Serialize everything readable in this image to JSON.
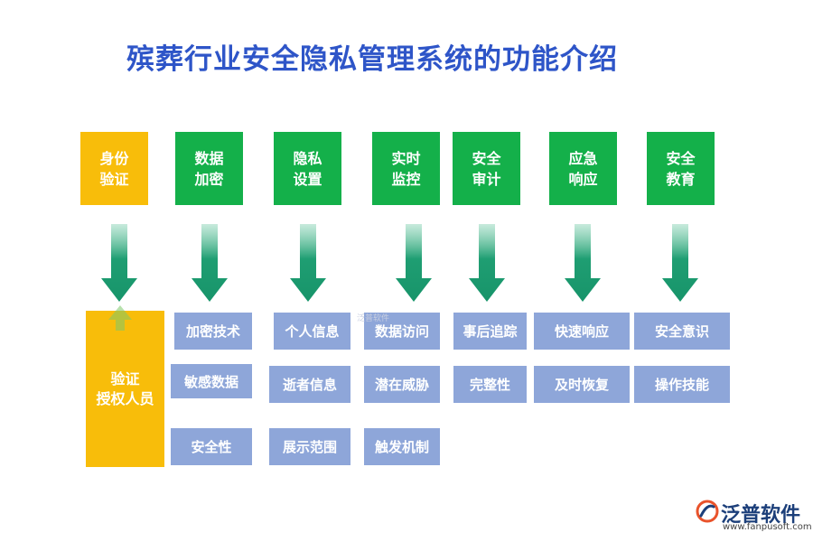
{
  "title": "殡葬行业安全隐私管理系统的功能介绍",
  "colors": {
    "title": "#2e55c8",
    "green": "#14b04a",
    "yellow": "#f8bd0a",
    "sub_box": "#8ea6d9",
    "arrow": "#1f9e72"
  },
  "categories": [
    {
      "line1": "身份",
      "line2": "验证",
      "color": "#f8bd0a"
    },
    {
      "line1": "数据",
      "line2": "加密",
      "color": "#14b04a"
    },
    {
      "line1": "隐私",
      "line2": "设置",
      "color": "#14b04a"
    },
    {
      "line1": "实时",
      "line2": "监控",
      "color": "#14b04a"
    },
    {
      "line1": "安全",
      "line2": "审计",
      "color": "#14b04a"
    },
    {
      "line1": "应急",
      "line2": "响应",
      "color": "#14b04a"
    },
    {
      "line1": "安全",
      "line2": "教育",
      "color": "#14b04a"
    }
  ],
  "identity_box": {
    "line1": "验证",
    "line2": "授权人员"
  },
  "items": {
    "encryption": [
      "加密技术",
      "敏感数据",
      "安全性"
    ],
    "privacy": [
      "个人信息",
      "逝者信息",
      "展示范围"
    ],
    "monitoring": [
      "数据访问",
      "潜在威胁",
      "触发机制"
    ],
    "audit": [
      "事后追踪",
      "完整性"
    ],
    "response": [
      "快速响应",
      "及时恢复"
    ],
    "education": [
      "安全意识",
      "操作技能"
    ]
  },
  "watermark": "泛普软件",
  "logo": {
    "name": "泛普软件",
    "url": "www.fanpusoft.com",
    "icon": "fanpu-logo-icon"
  }
}
